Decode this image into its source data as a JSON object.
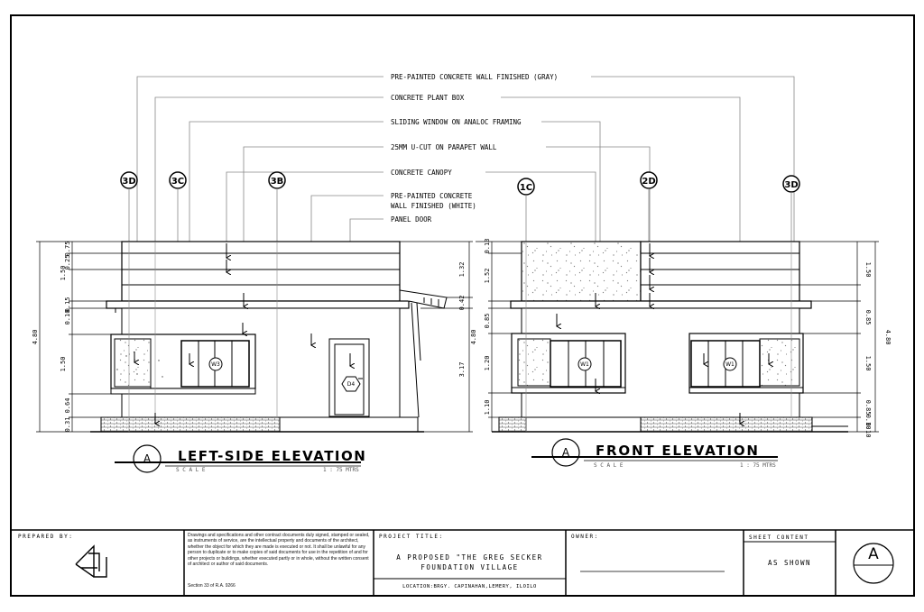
{
  "callouts": [
    "PRE-PAINTED CONCRETE WALL FINISHED (GRAY)",
    "CONCRETE PLANT BOX",
    "SLIDING WINDOW ON ANALOC FRAMING",
    "25MM U-CUT  ON PARAPET WALL",
    "CONCRETE CANOPY",
    "PRE-PAINTED CONCRETE",
    "WALL FINISHED (WHITE)",
    "PANEL DOOR"
  ],
  "tags": {
    "left": [
      "3D",
      "3C",
      "3B"
    ],
    "right": [
      "1C",
      "2D",
      "3D"
    ],
    "window_w3": "W3",
    "window_w1a": "W1",
    "window_w1b": "W1",
    "door": "D4"
  },
  "dims": {
    "left_outer": [
      "0.75",
      "0.25",
      "1.50",
      "0.15",
      "0.10",
      "1.50",
      "0.64",
      "0.31",
      "4.80"
    ],
    "left_right": [
      "1.32",
      "0.42",
      "3.17"
    ],
    "right_left": [
      "0.13",
      "1.52",
      "0.85",
      "1.20",
      "1.10",
      "4.80"
    ],
    "right_outer": [
      "1.50",
      "0.85",
      "1.50",
      "0.85",
      "0.10",
      "0.10",
      "4.80"
    ]
  },
  "titles": {
    "left": {
      "letter": "A",
      "name": "LEFT-SIDE ELEVATION",
      "scale": "S C A L E",
      "scale_value": "1 : 75 MTRS"
    },
    "right": {
      "letter": "A",
      "name": "FRONT ELEVATION",
      "scale": "S C A L E",
      "scale_value": "1 : 75 MTRS"
    }
  },
  "titleblock": {
    "prepared_by": "PREPARED BY:",
    "disclaimer": "Drawings and specifications and other contract documents duly signed, stamped or sealed, as instruments of service, are the intellectual property and documents of the architect, whether the object for which they are made is executed or not. It shall be unlawful for any person to duplicate or to make copies of said documents for use in the repetition of and for other projects or buildings, whether executed partly or in whole, without the written consent of architect or author of said documents.",
    "section": "Section 33 of  R.A. 9266",
    "project_title_label": "PROJECT TITLE:",
    "project_line1": "A PROPOSED \"THE GREG SECKER",
    "project_line2": "FOUNDATION VILLAGE",
    "location": "LOCATION:BRGY. CAPINAHAN,LEMERY, ILOILO",
    "owner_label": "OWNER:",
    "sheet_content_label": "SHEET CONTENT",
    "sheet_content_value": "AS SHOWN",
    "sheet_letter": "A"
  }
}
